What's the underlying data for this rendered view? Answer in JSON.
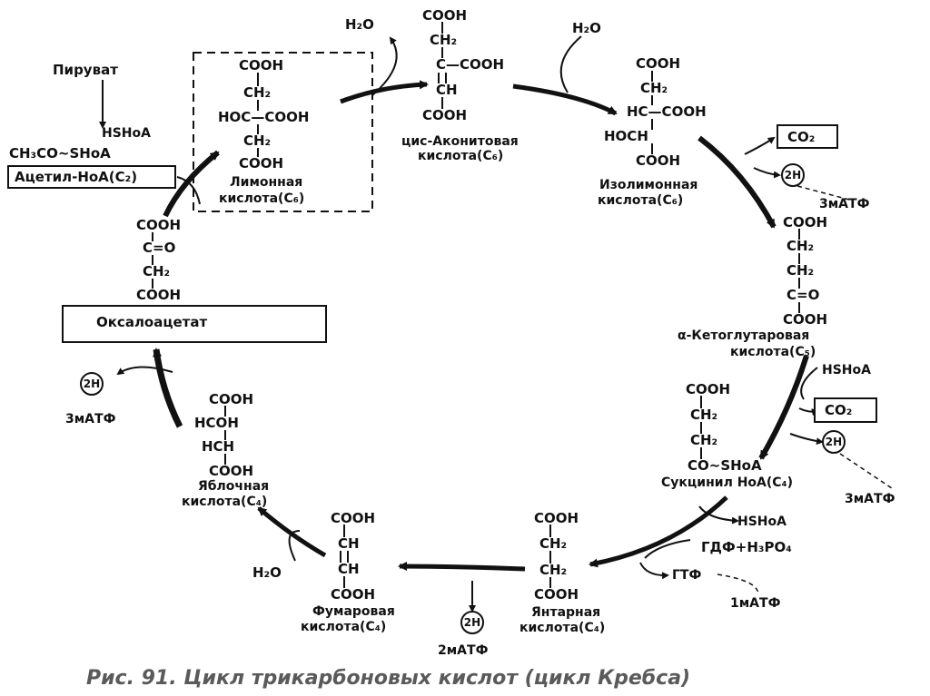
{
  "caption": "Рис. 91. Цикл трикарбоновых кислот (цикл Кребса)",
  "entry": {
    "pyruvate": "Пируват",
    "hshoa": "HSHoA",
    "acetyl_formula": "CH₃CO~SHoA",
    "acetyl_box": "Ацетил-HoA(C₂)"
  },
  "citrate": {
    "lines": [
      "COOH",
      "CH₂",
      "HOC—COOH",
      "CH₂",
      "COOH"
    ],
    "name": [
      "Лимонная",
      "кислота(C₆)"
    ],
    "water": "H₂O"
  },
  "aconitate": {
    "lines": [
      "COOH",
      "CH₂",
      "C—COOH",
      "CH",
      "COOH"
    ],
    "name": [
      "цис-Аконитовая",
      "кислота(C₆)"
    ],
    "water": "H₂O"
  },
  "isocitrate": {
    "lines": [
      "COOH",
      "CH₂",
      "HC—COOH",
      "HOCH",
      "COOH"
    ],
    "name": [
      "Изолимонная",
      "кислота(C₆)"
    ],
    "co2": "CO₂",
    "h2": "2H",
    "atp": "3мАТФ"
  },
  "ketoglutarate": {
    "lines": [
      "COOH",
      "CH₂",
      "CH₂",
      "C=O",
      "COOH"
    ],
    "name": [
      "α-Кетоглутаровая",
      "кислота(C₅)"
    ],
    "hshoa": "HSHoA",
    "co2": "CO₂",
    "h2": "2H",
    "atp": "3мАТФ"
  },
  "succinylcoa": {
    "lines": [
      "COOH",
      "CH₂",
      "CH₂",
      "CO~SHoA"
    ],
    "name": [
      "Сукцинил HoA(C₄)"
    ],
    "hshoa": "HSHoA",
    "gdp": "ГДФ+H₃PO₄",
    "gtp": "ГТФ",
    "atp": "1мАТФ"
  },
  "succinate": {
    "lines": [
      "COOH",
      "CH₂",
      "CH₂",
      "COOH"
    ],
    "name": [
      "Янтарная",
      "кислота(C₄)"
    ]
  },
  "fumarate": {
    "lines": [
      "COOH",
      "CH",
      "CH",
      "COOH"
    ],
    "name": [
      "Фумаровая",
      "кислота(C₄)"
    ],
    "h2": "2H",
    "atp": "2мАТФ",
    "water": "H₂O"
  },
  "malate": {
    "lines": [
      "COOH",
      "HCOH",
      "HCH",
      "COOH"
    ],
    "name": [
      "Яблочная",
      "кислота(C₄)"
    ],
    "h2": "2H",
    "atp": "3мАТФ"
  },
  "oxaloacetate": {
    "lines": [
      "COOH",
      "C=O",
      "CH₂",
      "COOH"
    ],
    "name": "Оксалоацетат"
  }
}
